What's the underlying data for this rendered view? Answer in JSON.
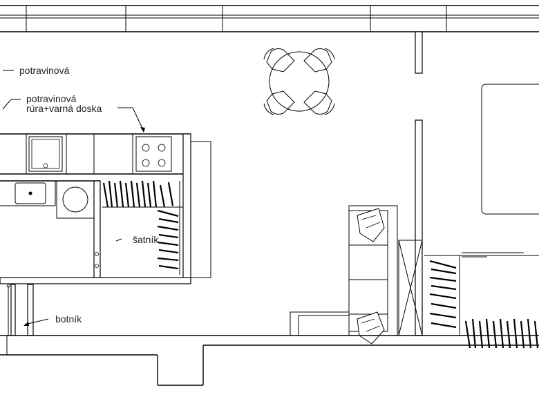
{
  "labels": {
    "pantry_top": "potravinová",
    "pantry_oven_line1": "potravinová",
    "pantry_oven_line2": "rúra+varná doska",
    "wardrobe": "šatník",
    "shoe_cabinet": "botník"
  },
  "colors": {
    "line": "#000000",
    "background": "#ffffff",
    "text": "#222222"
  }
}
